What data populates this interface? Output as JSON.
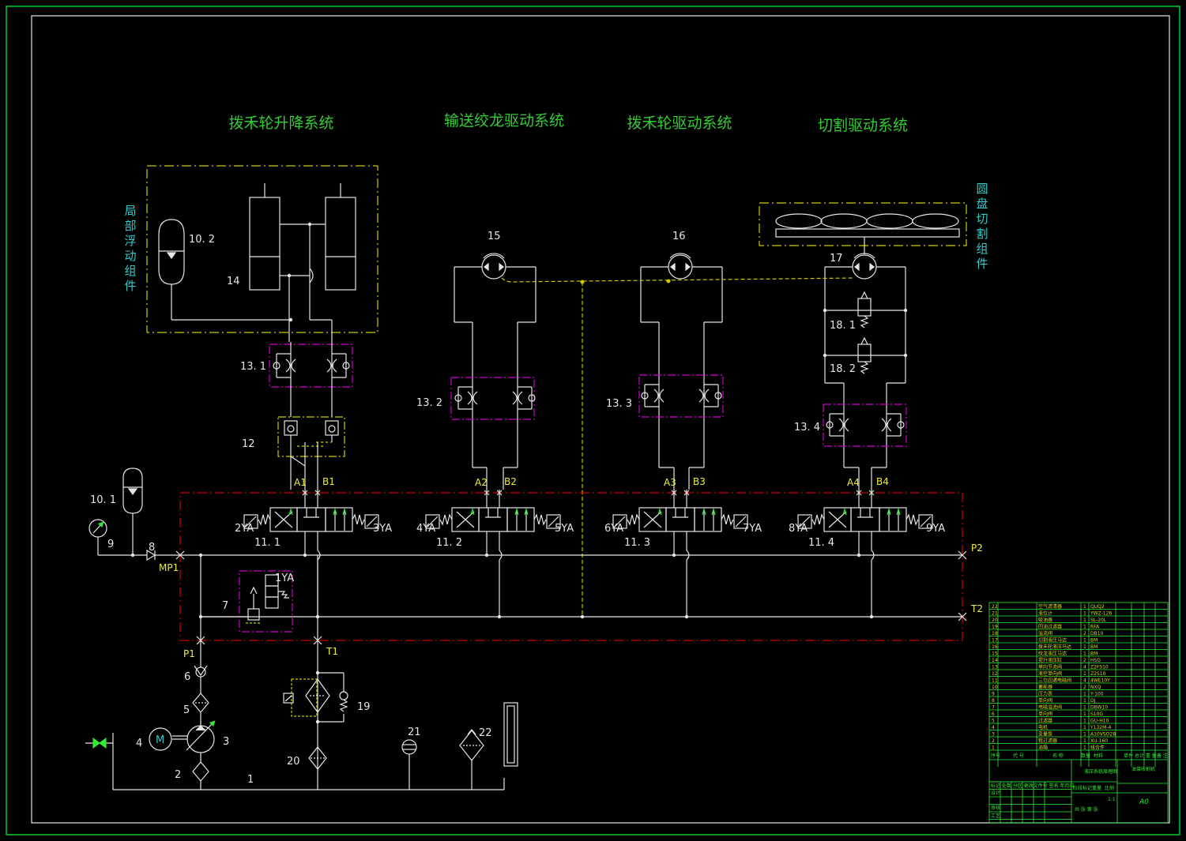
{
  "colors": {
    "background": "#000000",
    "frame": "#00cc33",
    "line": "#e6e6e6",
    "title": "#33cc33",
    "side_title": "#33cccc",
    "yellow_box": "#cccc00",
    "magenta_box": "#cc00cc",
    "red_box": "#cc0000",
    "yellow_text": "#eeee33",
    "tb_green": "#33ee33",
    "tb_yellow": "#dddd22"
  },
  "titles": {
    "lift": "拨禾轮升降系统",
    "auger": "输送绞龙驱动系统",
    "reel": "拨禾轮驱动系统",
    "cutter": "切割驱动系统"
  },
  "side_labels": {
    "left": "局部浮动组件",
    "right": "圆盘切割组件"
  },
  "labels": {
    "l10_2": "10. 2",
    "l14": "14",
    "l13_1": "13. 1",
    "l12": "12",
    "l15": "15",
    "l16": "16",
    "l17": "17",
    "l13_2": "13. 2",
    "l13_3": "13. 3",
    "l13_4": "13. 4",
    "l18_1": "18. 1",
    "l18_2": "18. 2",
    "l10_1": "10. 1",
    "l9": "9",
    "l8": "8",
    "l7": "7",
    "l6": "6",
    "l5": "5",
    "l4": "4",
    "l3": "3",
    "l2": "2",
    "l1": "1",
    "l19": "19",
    "l20": "20",
    "l21": "21",
    "l22": "22",
    "l11_1": "11. 1",
    "l11_2": "11. 2",
    "l11_3": "11. 3",
    "l11_4": "11. 4",
    "ya1": "1YA",
    "ya2": "2YA",
    "ya3": "3YA",
    "ya4": "4YA",
    "ya5": "5YA",
    "ya6": "6YA",
    "ya7": "7YA",
    "ya8": "8YA",
    "ya9": "9YA",
    "motor": "M"
  },
  "ports": {
    "a1": "A1",
    "b1": "B1",
    "a2": "A2",
    "b2": "B2",
    "a3": "A3",
    "b3": "B3",
    "a4": "A4",
    "b4": "B4",
    "mp1": "MP1",
    "p1": "P1",
    "t1": "T1",
    "p2": "P2",
    "t2": "T2"
  },
  "title_block": {
    "bom_rows": [
      {
        "no": "22",
        "name": "空气滤清器",
        "qty": "1",
        "code": "QUQ2"
      },
      {
        "no": "21",
        "name": "液位计",
        "qty": "1",
        "code": "YWZ-126"
      },
      {
        "no": "20",
        "name": "吸油器",
        "qty": "1",
        "code": "SL-20L"
      },
      {
        "no": "19",
        "name": "回油过滤器",
        "qty": "1",
        "code": "RFA"
      },
      {
        "no": "18",
        "name": "溢流阀",
        "qty": "2",
        "code": "DB10"
      },
      {
        "no": "17",
        "name": "切割液压马达",
        "qty": "1",
        "code": "BM"
      },
      {
        "no": "16",
        "name": "拨禾轮液压马达",
        "qty": "1",
        "code": "BM"
      },
      {
        "no": "15",
        "name": "绞龙液压马达",
        "qty": "1",
        "code": "BM"
      },
      {
        "no": "14",
        "name": "提升液压缸",
        "qty": "2",
        "code": "HSG"
      },
      {
        "no": "13",
        "name": "单向节流阀",
        "qty": "4",
        "code": "Z2FS10"
      },
      {
        "no": "12",
        "name": "液控单向阀",
        "qty": "1",
        "code": "Z2S10"
      },
      {
        "no": "11",
        "name": "三位四通电磁阀",
        "qty": "4",
        "code": "4WE10Y"
      },
      {
        "no": "10",
        "name": "蓄能器",
        "qty": "2",
        "code": "NXQ"
      },
      {
        "no": "9",
        "name": "压力表",
        "qty": "1",
        "code": "Y-100"
      },
      {
        "no": "8",
        "name": "单向阀",
        "qty": "1",
        "code": "DJ"
      },
      {
        "no": "7",
        "name": "电磁溢流阀",
        "qty": "1",
        "code": "DBW10"
      },
      {
        "no": "6",
        "name": "单向阀",
        "qty": "1",
        "code": "S10G"
      },
      {
        "no": "5",
        "name": "过滤器",
        "qty": "1",
        "code": "GU-H10"
      },
      {
        "no": "4",
        "name": "电机",
        "qty": "1",
        "code": "Y132M-4"
      },
      {
        "no": "3",
        "name": "变量泵",
        "qty": "1",
        "code": "A10VSO28"
      },
      {
        "no": "2",
        "name": "粗过滤器",
        "qty": "1",
        "code": "XU-160"
      },
      {
        "no": "1",
        "name": "油箱",
        "qty": "1",
        "code": "组合件"
      }
    ],
    "header": {
      "no": "序号",
      "code": "代 号",
      "name": "名 称",
      "qty": "数量",
      "material": "材料",
      "weight": "单件 总计 重 量",
      "note": "备 注"
    },
    "drawing_title": "液压系统原理图",
    "unit": "油菜收割机",
    "scale_label": "比例",
    "scale": "1:1",
    "sheet": "共 张 第 张",
    "size": "A0",
    "marks": "标记 处数 分区 更改文件号 签名 年月日",
    "design": "设计",
    "check": "审核",
    "process": "工艺",
    "stage": "阶段标记",
    "mass": "重量"
  }
}
